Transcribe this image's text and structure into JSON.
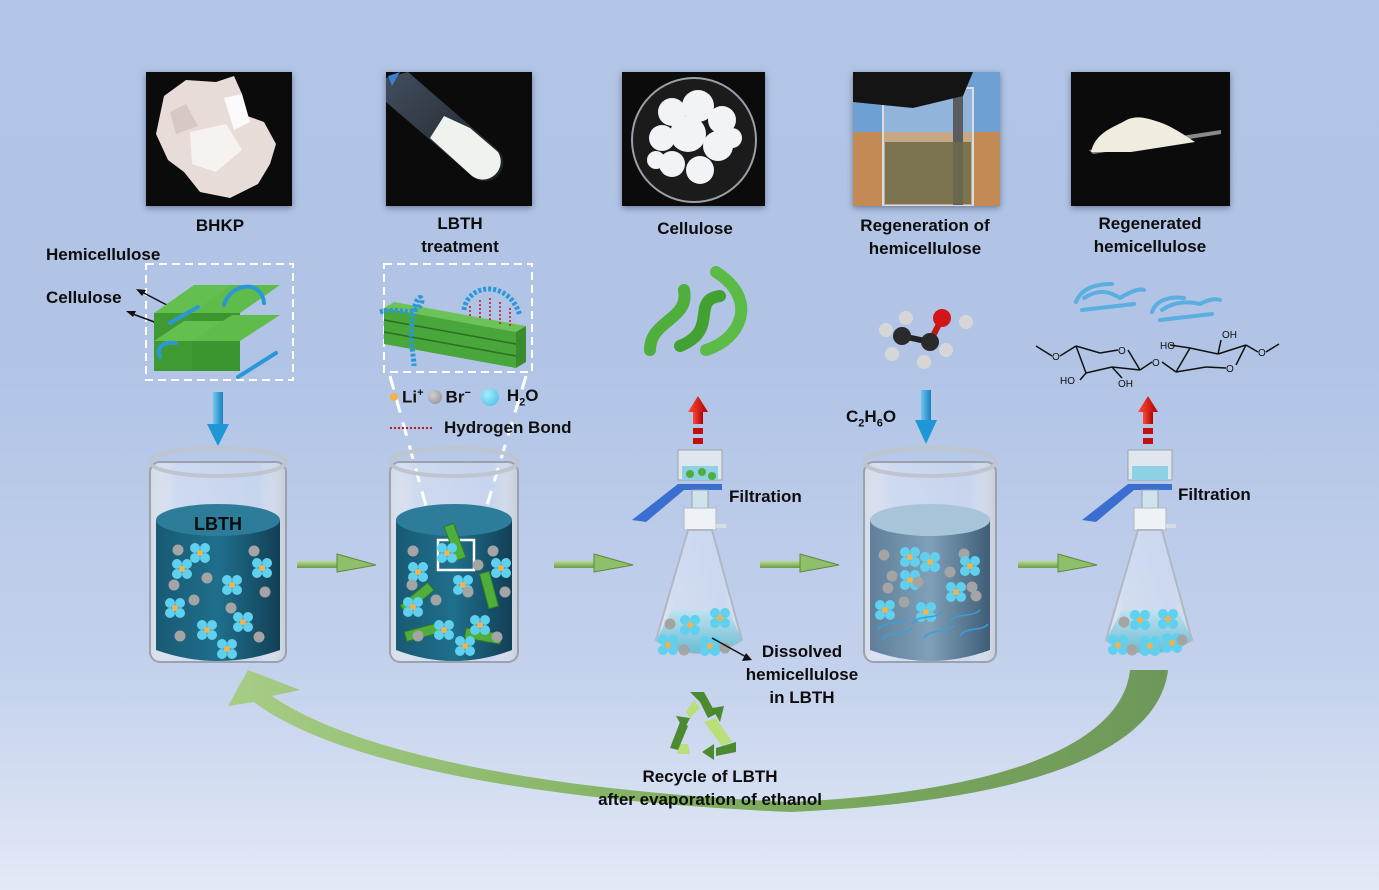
{
  "stages": [
    {
      "id": "bhkp",
      "photo_label": "BHKP"
    },
    {
      "id": "lbth",
      "photo_label_line1": "LBTH",
      "photo_label_line2": "treatment"
    },
    {
      "id": "cellulose",
      "photo_label": "Cellulose"
    },
    {
      "id": "regeneration",
      "photo_label_line1": "Regeneration of",
      "photo_label_line2": "hemicellulose"
    },
    {
      "id": "regenerated",
      "photo_label_line1": "Regenerated",
      "photo_label_line2": "hemicellulose"
    }
  ],
  "structure_labels": {
    "hemicellulose": "Hemicellulose",
    "cellulose": "Cellulose"
  },
  "legend": {
    "li": "Li",
    "li_sup": "+",
    "br": "Br",
    "br_sup": "−",
    "h2o_h": "H",
    "h2o_sub": "2",
    "h2o_o": "O",
    "hbond": "Hydrogen Bond"
  },
  "beaker1_label": "LBTH",
  "filtration_label": "Filtration",
  "dissolved": {
    "line1": "Dissolved",
    "line2": "hemicellulose",
    "line3": "in LBTH"
  },
  "ethanol": {
    "c": "C",
    "c_sub": "2",
    "h": "H",
    "h_sub": "6",
    "o": "O"
  },
  "xylan_atoms": {
    "o": "O",
    "ho": "HO",
    "oh": "OH"
  },
  "recycle": {
    "line1": "Recycle of LBTH",
    "line2": "after evaporation of ethanol"
  },
  "colors": {
    "cellulose_green": "#4fae3c",
    "hemicellulose_blue": "#3a9fd8",
    "lbth_liquid": "#1f6a87",
    "ion_h2o": "#5fd0ee",
    "ion_li": "#f4b24a",
    "ion_br": "#9a9a9a",
    "arrow_red": "#d21313",
    "arrow_blue": "#1f97d6",
    "arrow_green": "#8fbf6a"
  }
}
